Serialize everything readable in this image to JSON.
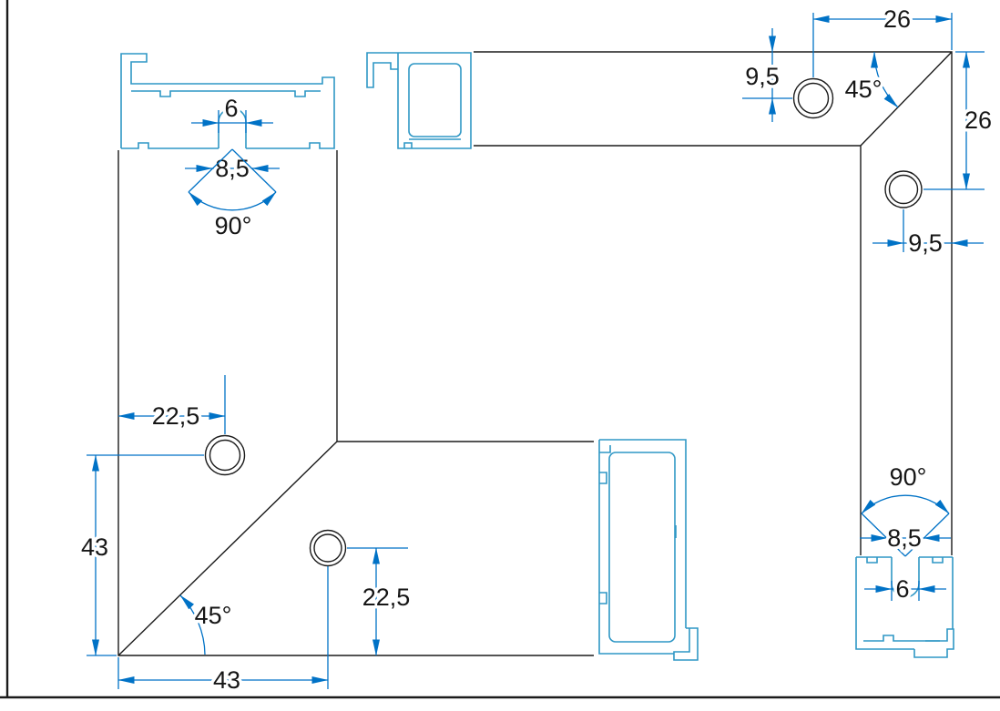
{
  "drawing": {
    "colors": {
      "outline": "#1b1b1b",
      "profile": "#2f97c5",
      "dimension": "#0072c6",
      "text": "#161616"
    },
    "left_piece": {
      "slot_width": "6",
      "countersink": "8,5",
      "countersink_angle": "90°",
      "hole1_from_left": "22,5",
      "hole1_from_bottom": "43",
      "miter_angle": "45°",
      "hole2_from_left": "43",
      "hole2_from_bottom": "22,5"
    },
    "right_piece": {
      "hole1_from_corner": "26",
      "hole1_from_top": "9,5",
      "miter_angle": "45°",
      "hole2_from_top": "26",
      "hole2_from_right": "9,5",
      "countersink_angle": "90°",
      "countersink": "8,5",
      "slot_width": "6"
    }
  }
}
